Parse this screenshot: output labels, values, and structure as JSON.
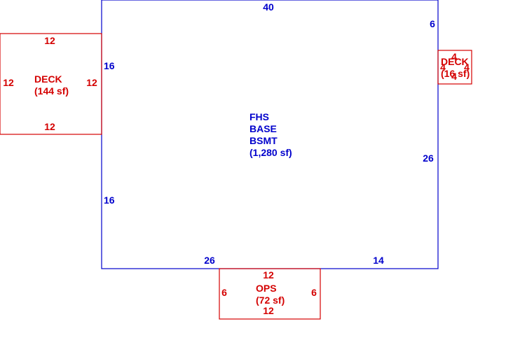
{
  "colors": {
    "main": "#0000cc",
    "addition": "#d40000",
    "background": "#ffffff"
  },
  "main_area": {
    "label_lines": [
      "FHS",
      "BASE",
      "BSMT",
      "(1,280 sf)"
    ],
    "dims": {
      "top": "40",
      "right_upper": "6",
      "right_lower": "26",
      "left_upper": "16",
      "left_lower": "16",
      "bottom_left": "26",
      "bottom_right": "14"
    }
  },
  "deck_large": {
    "label_lines": [
      "DECK",
      "(144 sf)"
    ],
    "dims": {
      "top": "12",
      "bottom": "12",
      "left": "12",
      "right": "12"
    }
  },
  "deck_small": {
    "label_lines": [
      "DECK",
      "(16 sf)"
    ],
    "dims": {
      "top": "4",
      "bottom": "4",
      "left": "4",
      "right": "4"
    }
  },
  "ops": {
    "label_lines": [
      "OPS",
      "(72 sf)"
    ],
    "dims": {
      "top": "12",
      "bottom": "12",
      "left": "6",
      "right": "6"
    }
  }
}
